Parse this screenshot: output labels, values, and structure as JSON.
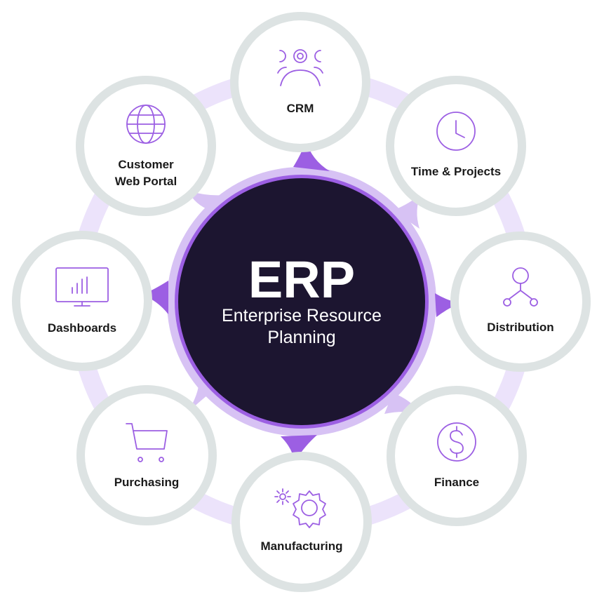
{
  "colors": {
    "core": "#1c1530",
    "accent_purple": "#9c5fe3",
    "light_purple": "#d7c2f4",
    "ring_pale": "#ece3fb",
    "module_border": "#dde3e3",
    "module_fill": "#ffffff",
    "label_text": "#1a1a1a"
  },
  "center": {
    "title": "ERP",
    "subtitle_line1": "Enterprise Resource",
    "subtitle_line2": "Planning"
  },
  "modules": [
    {
      "id": "crm",
      "lines": [
        "CRM"
      ],
      "icon": "people-icon"
    },
    {
      "id": "time-projects",
      "lines": [
        "Time & Projects"
      ],
      "icon": "clock-icon"
    },
    {
      "id": "distribution",
      "lines": [
        "Distribution"
      ],
      "icon": "hierarchy-icon"
    },
    {
      "id": "finance",
      "lines": [
        "Finance"
      ],
      "icon": "dollar-icon"
    },
    {
      "id": "manufacturing",
      "lines": [
        "Manufacturing"
      ],
      "icon": "gears-icon"
    },
    {
      "id": "purchasing",
      "lines": [
        "Purchasing"
      ],
      "icon": "cart-icon"
    },
    {
      "id": "dashboards",
      "lines": [
        "Dashboards"
      ],
      "icon": "monitor-chart-icon"
    },
    {
      "id": "customer-web-portal",
      "lines": [
        "Customer",
        "Web Portal"
      ],
      "icon": "globe-icon"
    }
  ]
}
